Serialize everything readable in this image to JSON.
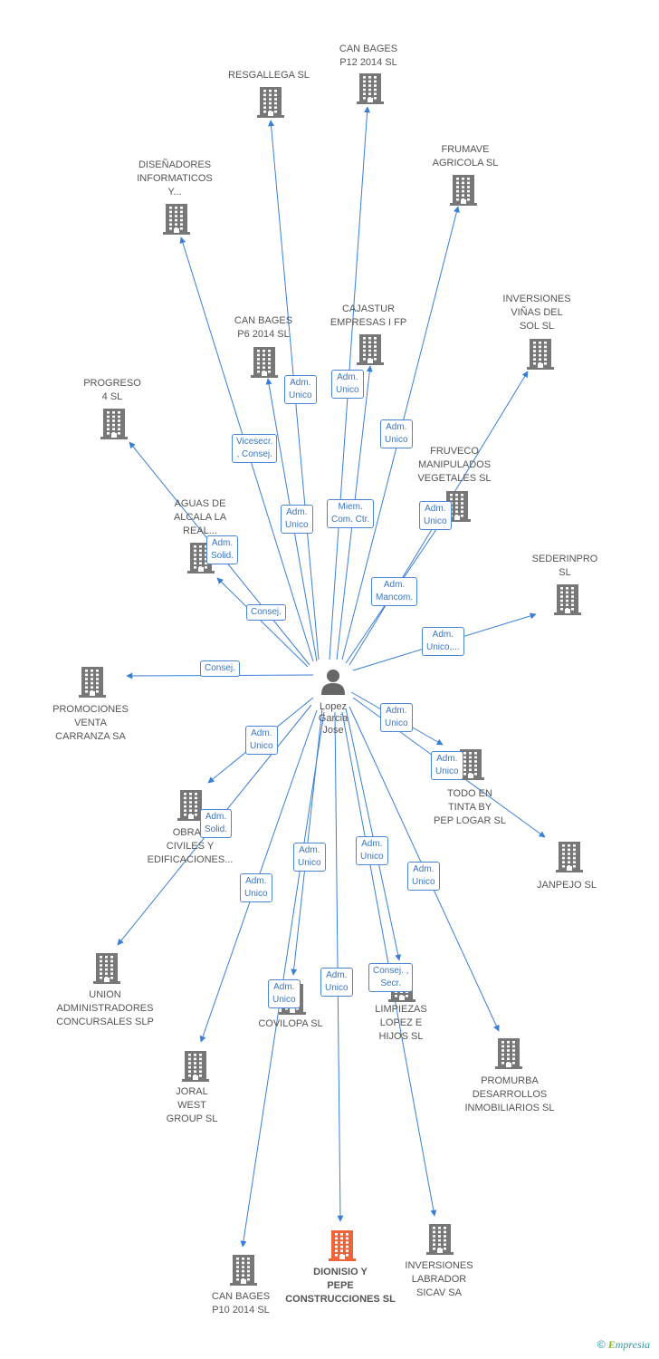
{
  "colors": {
    "edge": "#3a7fd6",
    "building": "#777777",
    "building_main": "#f0643a",
    "person": "#666666",
    "label": "#555555",
    "rel_border": "#4a86d4",
    "rel_text": "#3a76c4"
  },
  "person": {
    "icon": "person-icon",
    "name": "Lopez\nGarcia\nJose"
  },
  "nodes": [
    {
      "id": "resgallega",
      "label": "RESGALLEGA SL",
      "icon": "building-icon"
    },
    {
      "id": "canbages12",
      "label": "CAN BAGES\nP12 2014  SL",
      "icon": "building-icon"
    },
    {
      "id": "frumave",
      "label": "FRUMAVE\nAGRICOLA SL",
      "icon": "building-icon"
    },
    {
      "id": "disenadores",
      "label": "DISEÑADORES\nINFORMATICOS\nY...",
      "icon": "building-icon"
    },
    {
      "id": "inversionesvinas",
      "label": "INVERSIONES\nVIÑAS DEL\nSOL SL",
      "icon": "building-icon"
    },
    {
      "id": "cajastur",
      "label": "CAJASTUR\nEMPRESAS I FP",
      "icon": "building-icon"
    },
    {
      "id": "canbages6",
      "label": "CAN BAGES\nP6 2014  SL",
      "icon": "building-icon"
    },
    {
      "id": "progreso",
      "label": "PROGRESO\n4 SL",
      "icon": "building-icon"
    },
    {
      "id": "fruveco",
      "label": "FRUVECO\nMANIPULADOS\nVEGETALES SL",
      "icon": "building-icon"
    },
    {
      "id": "aguas",
      "label": "AGUAS DE\nALCALA LA\nREAL...",
      "icon": "building-icon"
    },
    {
      "id": "sederinpro",
      "label": "SEDERINPRO\nSL",
      "icon": "building-icon"
    },
    {
      "id": "promociones",
      "label": "PROMOCIONES\nVENTA\nCARRANZA SA",
      "icon": "building-icon"
    },
    {
      "id": "todoentinta",
      "label": "TODO EN\nTINTA BY\nPEP LOGAR SL",
      "icon": "building-icon"
    },
    {
      "id": "obras",
      "label": "OBRAS\nCIVILES Y\nEDIFICACIONES...",
      "icon": "building-icon"
    },
    {
      "id": "janpejo",
      "label": "JANPEJO SL",
      "icon": "building-icon"
    },
    {
      "id": "union",
      "label": "UNION\nADMINISTRADORES\nCONCURSALES SLP",
      "icon": "building-icon"
    },
    {
      "id": "covilopa",
      "label": "COVILOPA SL",
      "icon": "building-icon"
    },
    {
      "id": "limpiezas",
      "label": "LIMPIEZAS\nLOPEZ E\nHIJOS SL",
      "icon": "building-icon"
    },
    {
      "id": "promurba",
      "label": "PROMURBA\nDESARROLLOS\nINMOBILIARIOS SL",
      "icon": "building-icon"
    },
    {
      "id": "joral",
      "label": "JORAL\nWEST\nGROUP SL",
      "icon": "building-icon"
    },
    {
      "id": "canbages10",
      "label": "CAN BAGES\nP10 2014  SL",
      "icon": "building-icon"
    },
    {
      "id": "dionisio",
      "label": "DIONISIO Y\nPEPE\nCONSTRUCCIONES SL",
      "icon": "building-icon",
      "main": true
    },
    {
      "id": "inversioneslabrador",
      "label": "INVERSIONES\nLABRADOR\nSICAV SA",
      "icon": "building-icon"
    }
  ],
  "relations": [
    {
      "target": "resgallega",
      "label": "Adm.\nUnico"
    },
    {
      "target": "canbages12",
      "label": "Adm.\nUnico"
    },
    {
      "target": "frumave",
      "label": "Adm.\nUnico"
    },
    {
      "target": "disenadores",
      "label": "Vicesecr.\n, Consej."
    },
    {
      "target": "inversionesvinas",
      "label": "Adm.\nUnico"
    },
    {
      "target": "cajastur",
      "label": "Miem.\nCom. Ctr."
    },
    {
      "target": "canbages6",
      "label": "Adm.\nUnico"
    },
    {
      "target": "progreso",
      "label": "Adm.\nSolid."
    },
    {
      "target": "fruveco",
      "label": "Adm.\nMancom."
    },
    {
      "target": "aguas",
      "label": "Consej."
    },
    {
      "target": "sederinpro",
      "label": "Adm.\nUnico,..."
    },
    {
      "target": "promociones",
      "label": "Consej."
    },
    {
      "target": "todoentinta",
      "label": "Adm.\nUnico"
    },
    {
      "target": "obras",
      "label": "Adm.\nUnico"
    },
    {
      "target": "janpejo",
      "label": "Adm.\nUnico"
    },
    {
      "target": "union",
      "label": "Adm.\nSolid."
    },
    {
      "target": "covilopa",
      "label": "Adm.\nUnico"
    },
    {
      "target": "limpiezas",
      "label": "Adm.\nUnico"
    },
    {
      "target": "promurba",
      "label": "Adm.\nUnico"
    },
    {
      "target": "joral",
      "label": "Adm.\nUnico"
    },
    {
      "target": "canbages10",
      "label": "Adm.\nUnico"
    },
    {
      "target": "dionisio",
      "label": "Adm.\nUnico"
    },
    {
      "target": "inversioneslabrador",
      "label": "Consej. ,\nSecr."
    }
  ],
  "footer": {
    "copyright": "©",
    "brand_first": "E",
    "brand_rest": "mpresia"
  }
}
